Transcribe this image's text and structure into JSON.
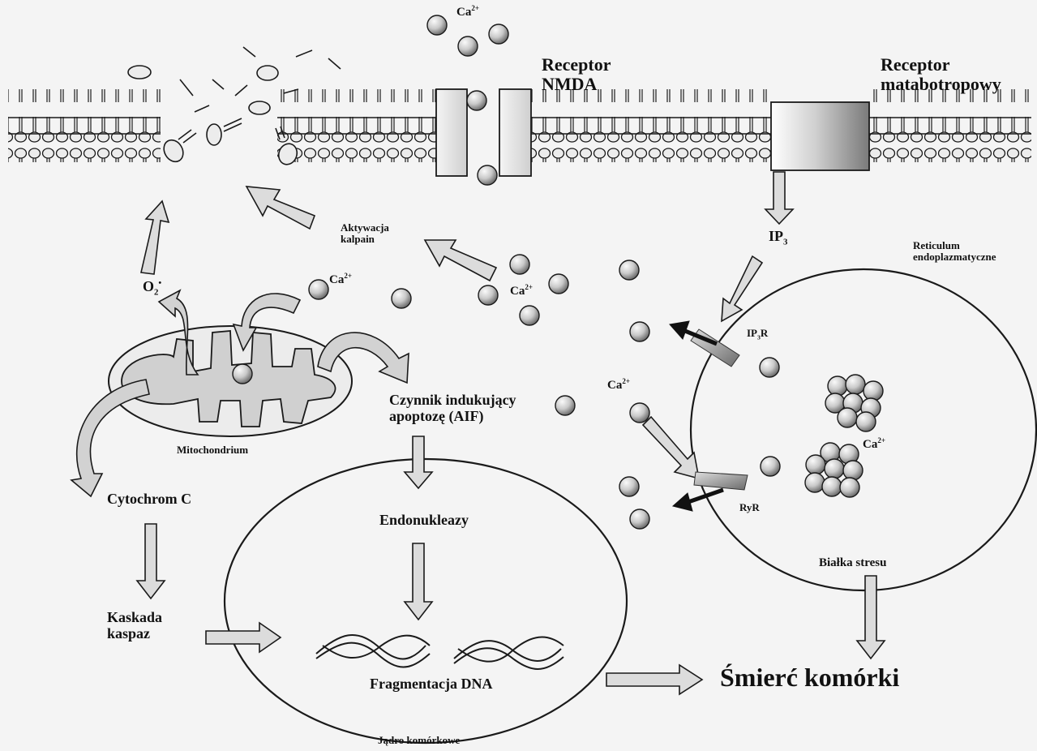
{
  "labels": {
    "receptor_nmda": [
      "Receptor",
      "NMDA"
    ],
    "receptor_meta": [
      "Receptor",
      "matabotropowy"
    ],
    "ca": "Ca",
    "ca_charge": "2+",
    "aktywacja": [
      "Aktywacja",
      "kalpain"
    ],
    "o2": "O",
    "o2_sub": "2",
    "o2_sup": "•",
    "ip3": "IP",
    "ip3_sub": "3",
    "reticulum": [
      "Reticulum",
      "endoplazmatyczne"
    ],
    "ip3r_main": "IP",
    "ip3r_sub": "3",
    "ip3r_end": "R",
    "ryr": "RyR",
    "czynnik": [
      "Czynnik indukujący",
      "apoptozę (AIF)"
    ],
    "mitochondrium": "Mitochondrium",
    "cytochrom": "Cytochrom C",
    "endonukleazy": "Endonukleazy",
    "kaskada": [
      "Kaskada",
      "kaspaz"
    ],
    "bialka": "Białka stresu",
    "fragmentacja": "Fragmentacja DNA",
    "smierc": "Śmierć komórki",
    "jadro": "Jądro komórkowe"
  },
  "colors": {
    "line": "#1a1a1a",
    "membrane_fill": "#e6e6e6",
    "sphere_light": "#f2f2f2",
    "sphere_dark": "#8a8a8a",
    "arrow_fill": "#d6d6d6",
    "arrow_grad_dark": "#7a7a7a"
  }
}
